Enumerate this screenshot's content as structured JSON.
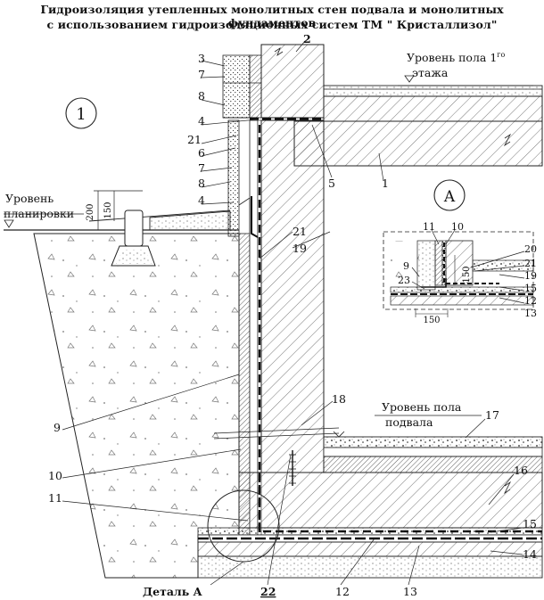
{
  "title": {
    "line1": "Гидроизоляция утепленных монолитных стен подвала и монолитных фундаментов",
    "line2": "с использованием  гидроизоляционных систем ТМ \" Кристаллизол\""
  },
  "section_marker": "1",
  "detail_marker": "A",
  "levels": {
    "floor1_line1": "Уровень пола 1",
    "floor1_sup": "го",
    "floor1_line2": "этажа",
    "grade_line1": "Уровень",
    "grade_line2": "планировки",
    "basement_line1": "Уровень пола",
    "basement_line2": "подвала"
  },
  "detail_caption": "Деталь А",
  "dimensions": {
    "d200": "200",
    "d150": "150",
    "detail_h150": "150",
    "detail_w150": "150"
  },
  "callouts": {
    "c3": "3",
    "c7a": "7",
    "c8a": "8",
    "c4a": "4",
    "c2": "2",
    "c21a": "21",
    "c6": "6",
    "c7b": "7",
    "c8b": "8",
    "c4b": "4",
    "c5": "5",
    "c1": "1",
    "c21b": "21",
    "c19": "19",
    "c18": "18",
    "c17": "17",
    "c9": "9",
    "c10": "10",
    "c11": "11",
    "c16": "16",
    "c15": "15",
    "c14": "14",
    "c22": "22",
    "c12": "12",
    "c13": "13",
    "dA11": "11",
    "dA10": "10",
    "dA20": "20",
    "dA21": "21",
    "dA19": "19",
    "dA9": "9",
    "dA23": "23",
    "dA15": "15",
    "dA12": "12",
    "dA13": "13"
  }
}
